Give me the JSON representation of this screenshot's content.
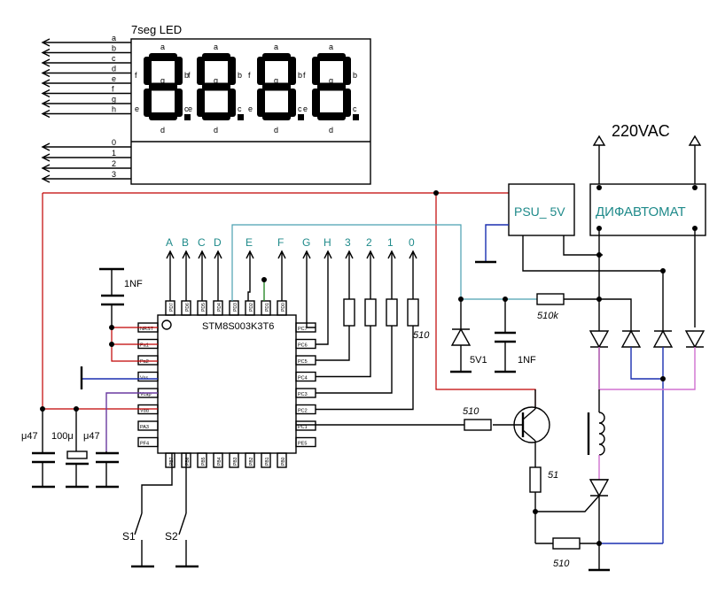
{
  "display": {
    "title": "7seg LED",
    "segment_names": {
      "a": "a",
      "b": "b",
      "c": "c",
      "d": "d",
      "e": "e",
      "f": "f",
      "g": "g"
    }
  },
  "bus_lines": {
    "segments": [
      "a",
      "b",
      "c",
      "d",
      "e",
      "f",
      "g",
      "h"
    ],
    "digits": [
      "0",
      "1",
      "2",
      "3"
    ]
  },
  "mcu": {
    "name": "STM8S003K3T6",
    "top_pins": [
      "PD7",
      "PD6",
      "PD5",
      "PD4",
      "PD3",
      "PD2",
      "PD1",
      "PD0"
    ],
    "left_pins": [
      "NRST",
      "Pa1",
      "Pa2",
      "Vss",
      "Vcap",
      "Vdd",
      "PA3",
      "PF4"
    ],
    "right_pins": [
      "PC7",
      "PC6",
      "PC5",
      "PC4",
      "PC3",
      "PC2",
      "PC1",
      "PE5"
    ],
    "bottom_pins": [
      "PB7",
      "PB6",
      "PB5",
      "PB4",
      "PB3",
      "PB2",
      "PB1",
      "PB0"
    ]
  },
  "port_labels": [
    "A",
    "B",
    "C",
    "D",
    "E",
    "F",
    "G",
    "H",
    "3",
    "2",
    "1",
    "0"
  ],
  "components": {
    "c_nrst": "1NF",
    "r_digit": "510",
    "c_left": [
      "μ47",
      "100μ",
      "μ47"
    ],
    "zener": "5V1",
    "c_filter": "1NF",
    "r_sense": "510k",
    "r_base": "510",
    "r_emitter": "51",
    "r_bottom": "510",
    "switches": [
      "S1",
      "S2"
    ]
  },
  "power": {
    "mains": "220VAC",
    "psu": "PSU_ 5V",
    "breaker": "ДИФАВТОМАТ"
  }
}
